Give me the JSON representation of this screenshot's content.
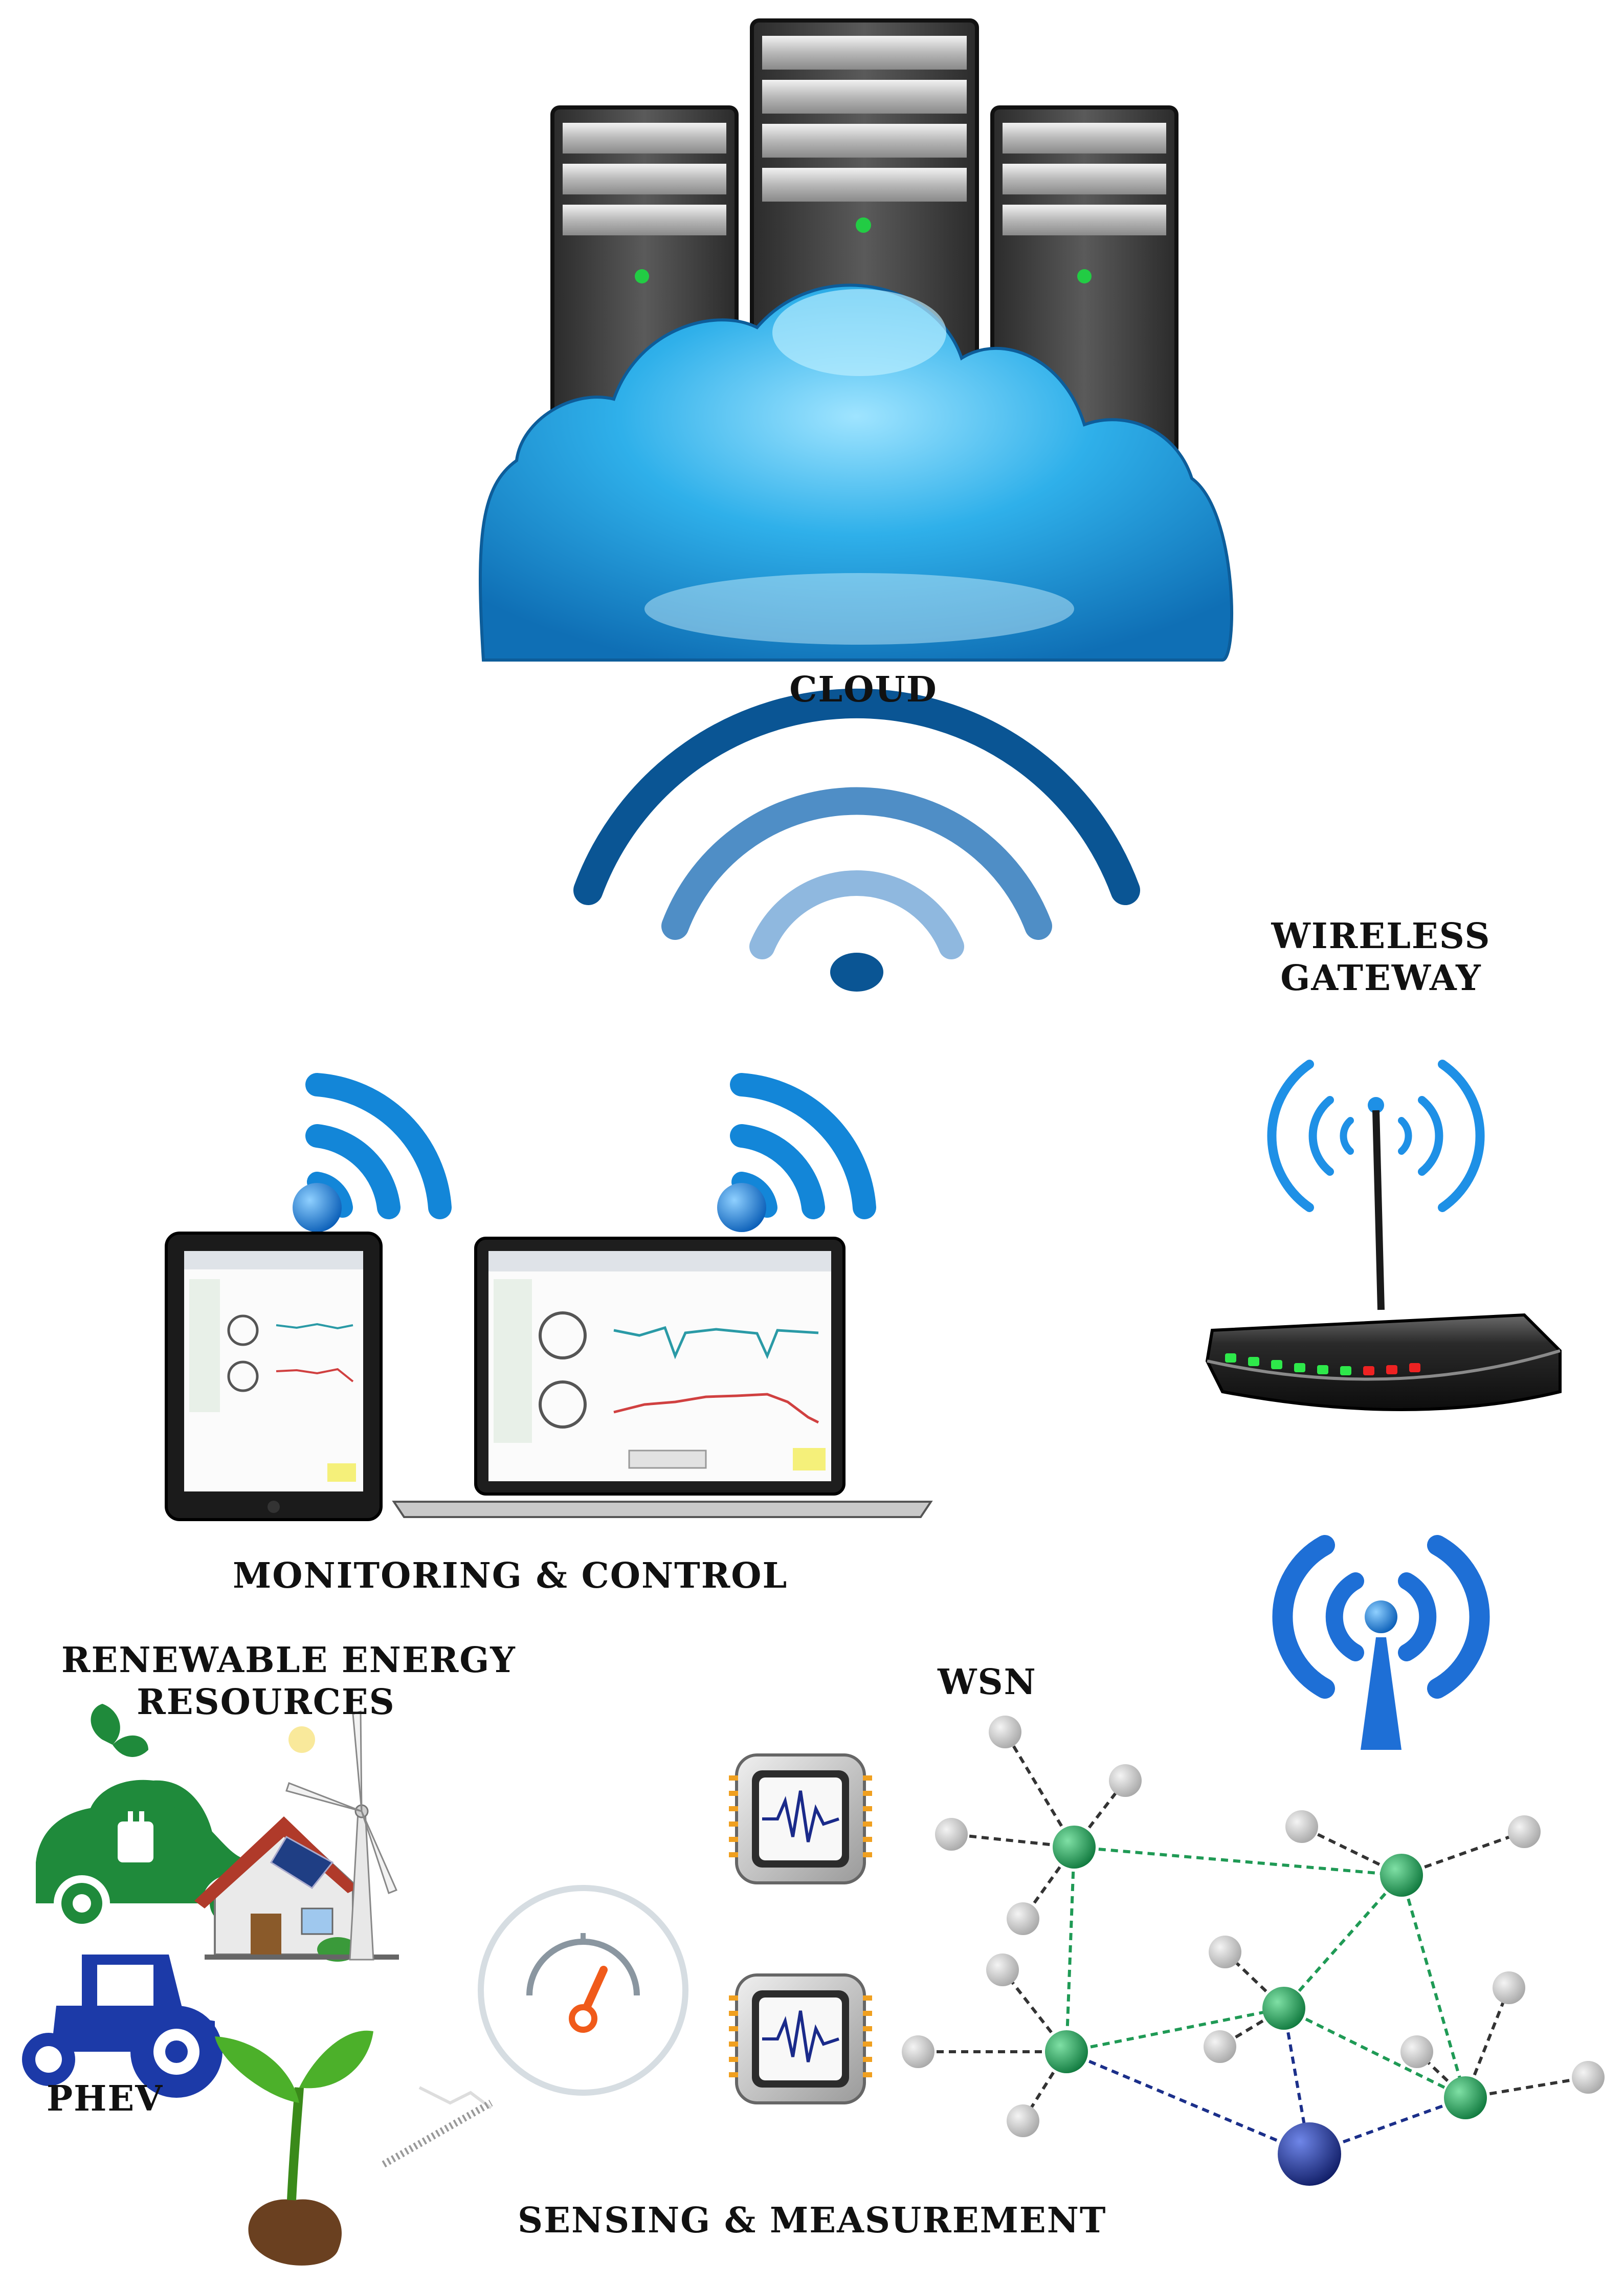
{
  "labels": {
    "cloud": "CLOUD",
    "gateway_line1": "WIRELESS",
    "gateway_line2": "GATEWAY",
    "monitoring": "MONITORING & CONTROL",
    "renewable_line1": "RENEWABLE ENERGY",
    "renewable_line2": "RESOURCES",
    "phev": "PHEV",
    "wsn": "WSN",
    "sensing": "SENSING & MEASUREMENT"
  },
  "icons": [
    "server-rack-icon",
    "cloud-icon",
    "wifi-icon",
    "router-icon",
    "antenna-icon",
    "tablet-icon",
    "laptop-icon",
    "electric-car-icon",
    "tractor-icon",
    "house-icon",
    "wind-turbine-icon",
    "plant-icon",
    "gauge-icon",
    "sensor-chip-icon",
    "sensor-node-icon"
  ],
  "colors": {
    "cloud": "#2aa3dd",
    "wifi_dark": "#0a5594",
    "wifi_mid": "#4f8ec6",
    "wifi_light": "#8fb8df",
    "signal_blue": "#1e90e6",
    "node_green": "#1f9a55",
    "node_gray": "#c8c8c8",
    "node_blue": "#1b2f8a",
    "vehicle_green": "#1f8a3b",
    "vehicle_blue": "#1c3aa8",
    "gauge_orange": "#f05a1a"
  }
}
